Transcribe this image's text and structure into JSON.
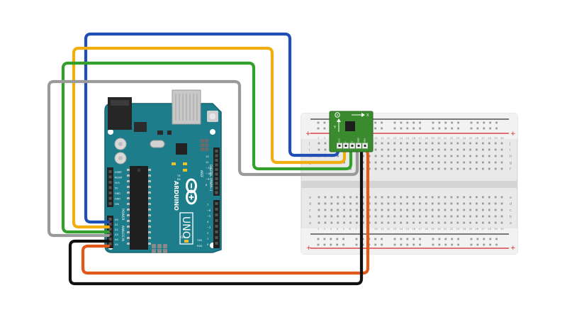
{
  "arduino": {
    "brand": "ARDUINO",
    "model": "UNO",
    "power_label": "POWER",
    "analog_label": "ANALOG IN",
    "digital_label": "DIGITAL (PWM~)",
    "on_label": "ON",
    "tx_label": "TX",
    "rx_label": "RX",
    "aref_label": "AREF",
    "tx_pin_label": "TX0",
    "rx_pin_label": "RX0",
    "power_pins": [
      "IOREF",
      "RESET",
      "3V3",
      "5V",
      "GND",
      "GND",
      "VIN"
    ],
    "analog_pins": [
      "A0",
      "A1",
      "A2",
      "A3",
      "A4",
      "A5"
    ],
    "digital_pins_top": [
      "13",
      "12",
      "~11",
      "~10",
      "~9",
      "8"
    ],
    "digital_pins_bottom": [
      "7",
      "~6",
      "~5",
      "4",
      "~3",
      "2",
      "1",
      "0"
    ]
  },
  "breadboard": {
    "rows": [
      "j",
      "i",
      "h",
      "g",
      "f",
      "e",
      "d",
      "c",
      "b",
      "a"
    ],
    "columns": [
      "1",
      "2",
      "3",
      "4",
      "5",
      "6",
      "7",
      "8",
      "9",
      "10",
      "11",
      "12",
      "13",
      "14",
      "15",
      "16",
      "17",
      "18",
      "19",
      "20",
      "21",
      "22",
      "23",
      "24",
      "25",
      "26",
      "27",
      "28",
      "29",
      "30"
    ],
    "plus": "+",
    "minus": "-"
  },
  "sensor": {
    "axis_x": "X",
    "axis_y": "Y",
    "pins": [
      "VCC",
      "Y",
      "X",
      "GND",
      "SDA"
    ]
  },
  "wire_colors": {
    "blue": "#1f4fb4",
    "yellow": "#f0ae0f",
    "green": "#34a02c",
    "gray": "#9a9a9a",
    "black": "#111111",
    "orange": "#e2581b"
  },
  "colors": {
    "board": "#1d7d8a",
    "board_dark": "#15646f",
    "header": "#222222",
    "sensor_pcb": "#3a8a2e",
    "rail_red": "#d6242a",
    "rail_black": "#333333"
  }
}
